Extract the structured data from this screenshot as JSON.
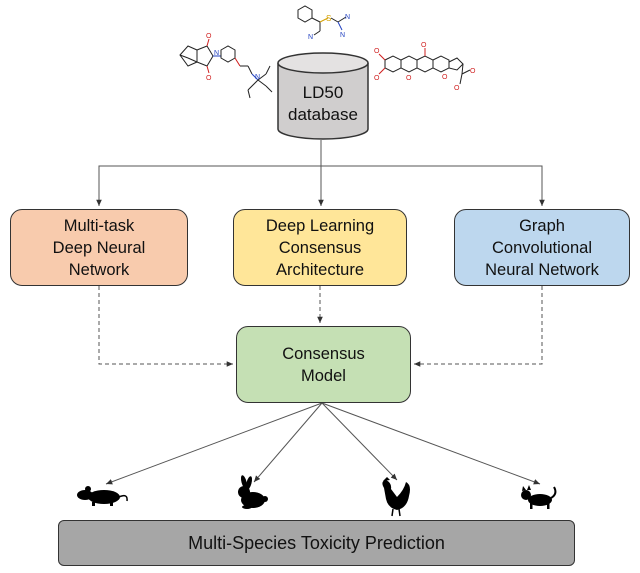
{
  "database": {
    "line1": "LD50",
    "line2": "database"
  },
  "boxes": {
    "mtdnn": {
      "lines": [
        "Multi-task",
        "Deep Neural",
        "Network"
      ]
    },
    "dlca": {
      "lines": [
        "Deep Learning",
        "Consensus",
        "Architecture"
      ]
    },
    "gcnn": {
      "lines": [
        "Graph",
        "Convolutional",
        "Neural Network"
      ]
    },
    "consensus": {
      "lines": [
        "Consensus",
        "Model"
      ]
    }
  },
  "prediction": {
    "label": "Multi-Species Toxicity Prediction"
  },
  "species_icons": [
    "rat-icon",
    "rabbit-icon",
    "rooster-icon",
    "cat-icon"
  ],
  "colors": {
    "mtdnn": "#f8cbad",
    "dlca": "#ffe699",
    "gcnn": "#bdd7ee",
    "consensus": "#c5e0b4",
    "database": "#d0cece",
    "prediction_bar": "#a6a6a6"
  }
}
